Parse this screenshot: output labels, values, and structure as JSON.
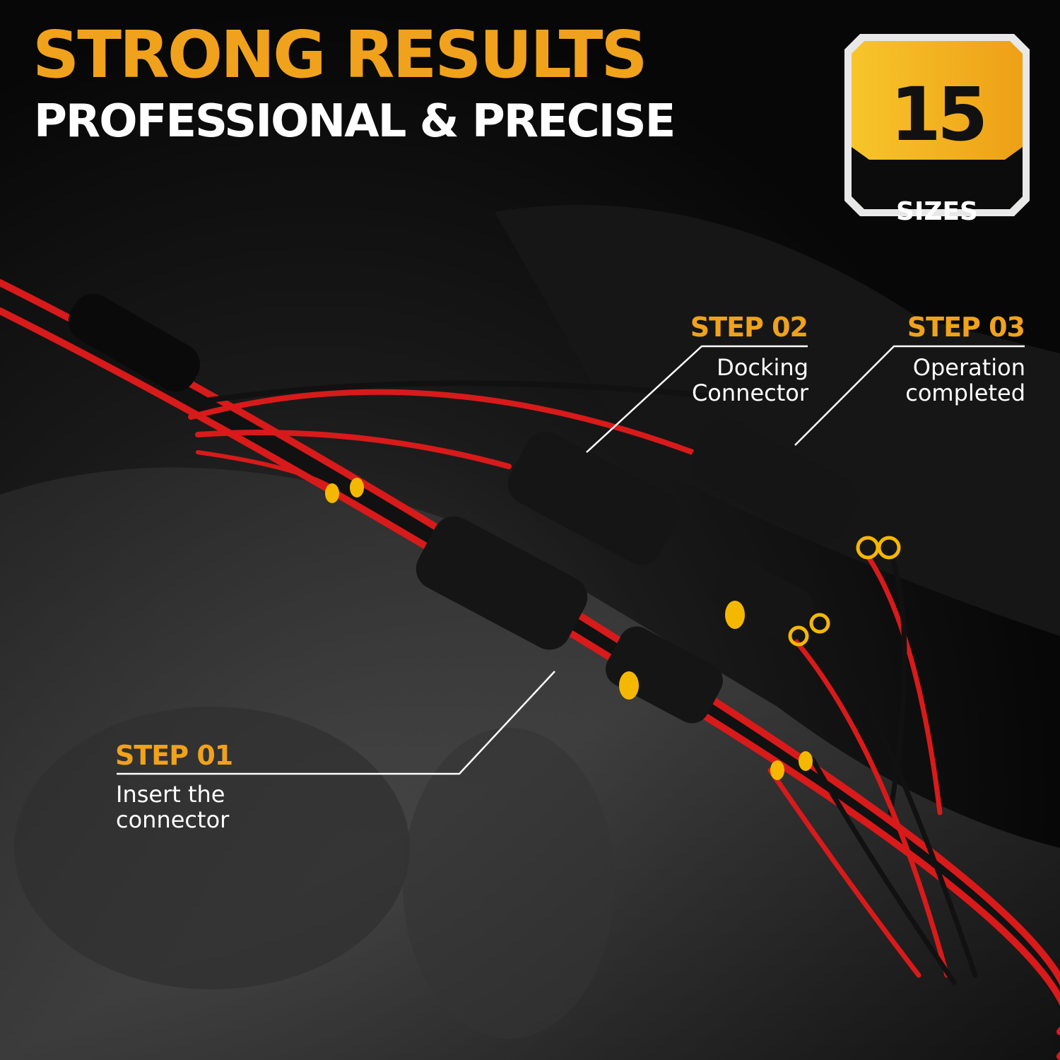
{
  "headline": {
    "title": "STRONG RESULTS",
    "subtitle": "PROFESSIONAL & PRECISE"
  },
  "badge": {
    "number": "15",
    "label": "SIZES"
  },
  "steps": [
    {
      "title": "STEP 01",
      "description": [
        "Insert the",
        "connector"
      ]
    },
    {
      "title": "STEP 02",
      "description": [
        "Docking",
        "Connector"
      ]
    },
    {
      "title": "STEP 03",
      "description": [
        "Operation",
        "completed"
      ]
    }
  ],
  "colors": {
    "accent": "#f0a21c",
    "wire_red": "#d81a1a",
    "wire_black": "#111111",
    "seal_yellow": "#f5b800"
  }
}
